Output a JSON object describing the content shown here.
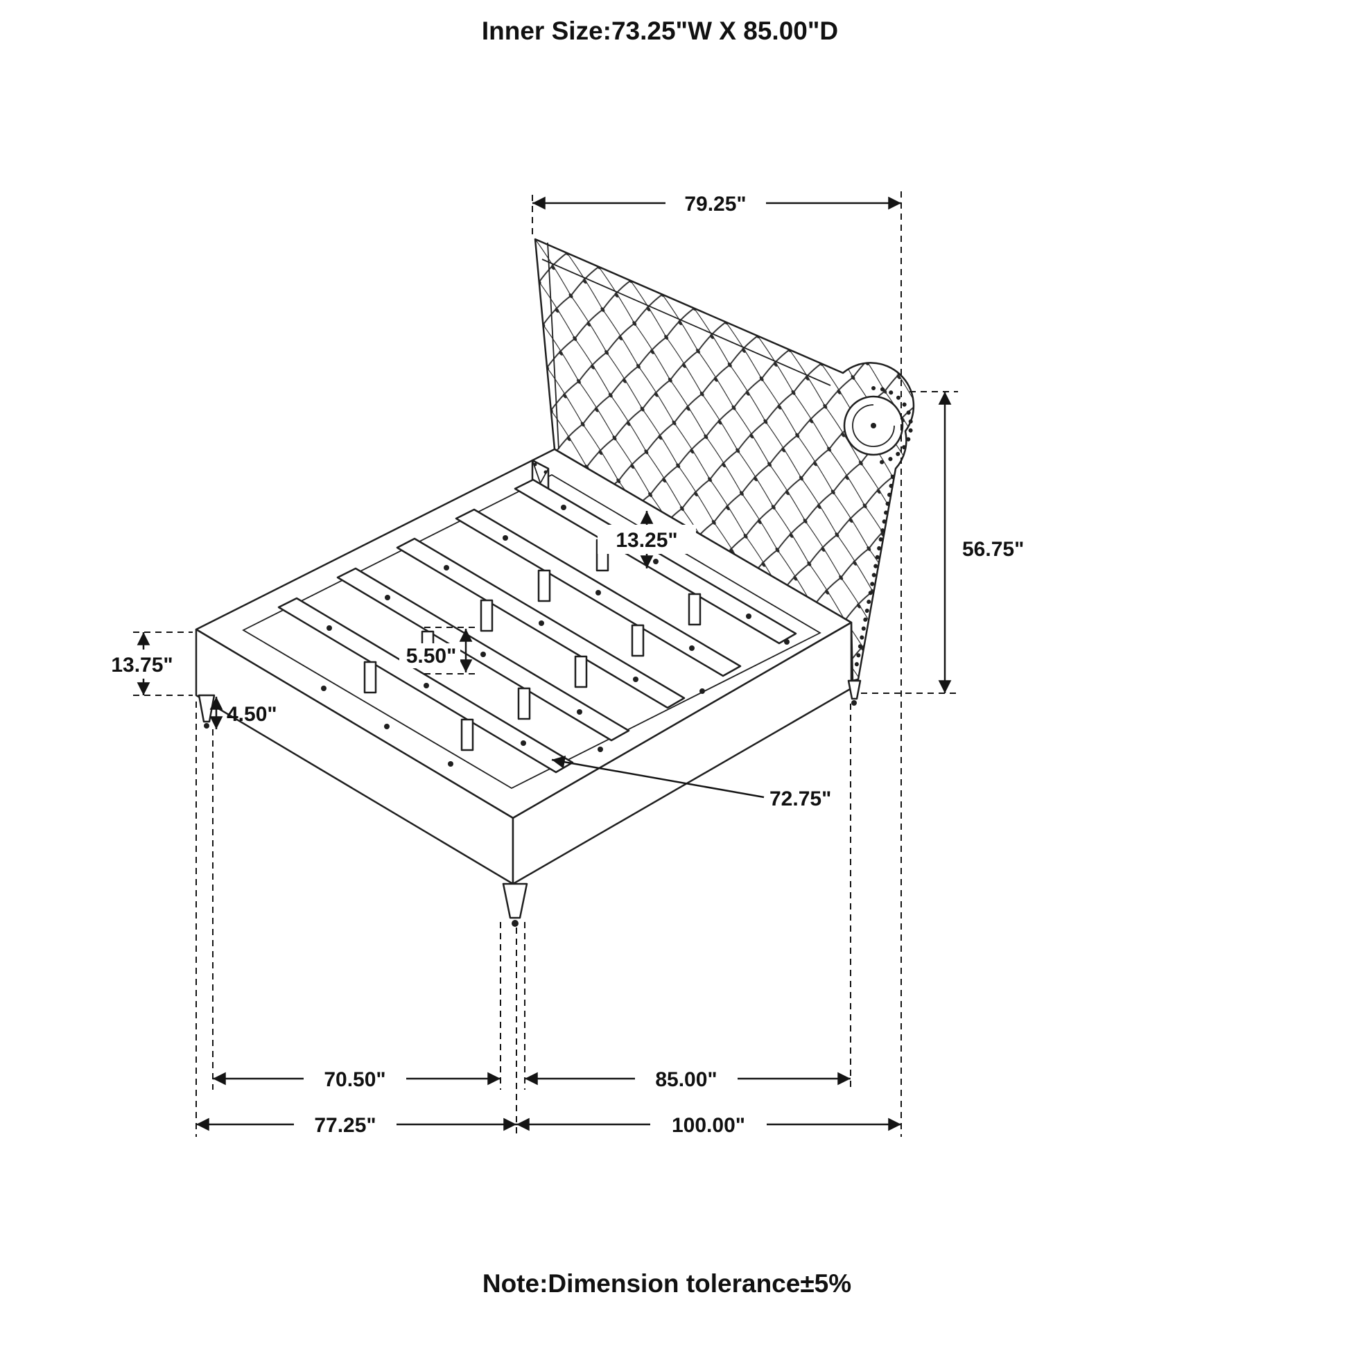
{
  "title": "Inner Size:73.25\"W X 85.00\"D",
  "note": "Note:Dimension tolerance±5%",
  "dims": {
    "headboard_width": "79.25\"",
    "headboard_height": "56.75\"",
    "headboard_to_slat": "13.25\"",
    "rail_height": "13.75\"",
    "leg_height": "4.50\"",
    "slat_width": "5.50\"",
    "slat_length": "72.75\"",
    "inner_width": "70.50\"",
    "inner_depth": "85.00\"",
    "overall_width": "77.25\"",
    "overall_depth": "100.00\""
  },
  "colors": {
    "line": "#1f1f1f",
    "background": "#ffffff"
  }
}
